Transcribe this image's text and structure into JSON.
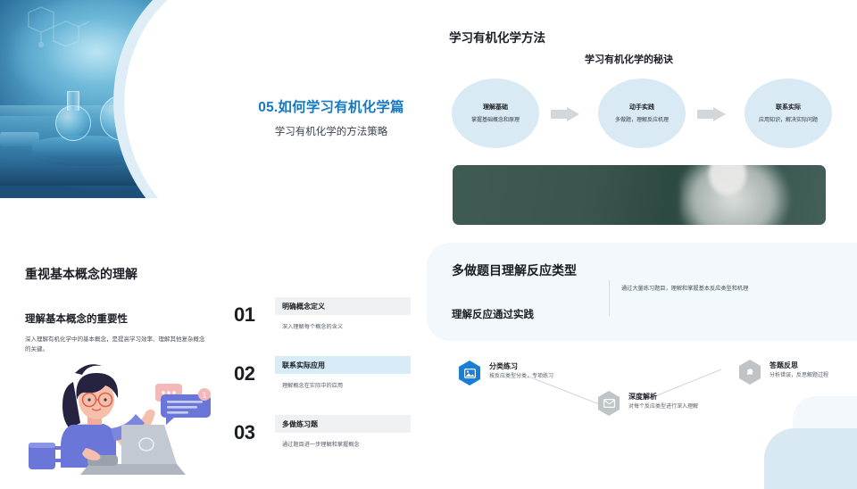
{
  "slide": {
    "section_number_title": "05.如何学习有机化学篇",
    "section_subtitle": "学习有机化学的方法策略"
  },
  "method_section": {
    "title": "学习有机化学方法",
    "subtitle": "学习有机化学的秘诀",
    "flow": [
      {
        "title": "理解基础",
        "desc": "掌握基础概念和原理"
      },
      {
        "title": "动手实践",
        "desc": "多做题，理解反应机理"
      },
      {
        "title": "联系实际",
        "desc": "应用知识，解决实际问题"
      }
    ],
    "arrow_icon": "arrow-right-icon"
  },
  "concepts_section": {
    "title": "重视基本概念的理解",
    "subtitle": "理解基本概念的重要性",
    "body": "深入理解有机化学中的基本概念，是提高学习效率、理解其他复杂概念的关键。",
    "items": [
      {
        "number": "01",
        "title": "明确概念定义",
        "desc": "深入理解每个概念的含义",
        "highlight": false
      },
      {
        "number": "02",
        "title": "联系实际应用",
        "desc": "理解概念在实际中的应用",
        "highlight": true
      },
      {
        "number": "03",
        "title": "多做练习题",
        "desc": "通过题目进一步理解和掌握概念",
        "highlight": false
      }
    ],
    "illustration": "woman-at-laptop-illustration"
  },
  "practice_section": {
    "title": "多做题目理解反应类型",
    "subtitle": "理解反应通过实践",
    "body": "通过大量练习题目，理解和掌握基本反应类型和机理",
    "nodes": [
      {
        "title": "分类练习",
        "desc": "按反应类型分类，专项练习",
        "icon": "image-hexagon-icon",
        "color": "#1a7fd4"
      },
      {
        "title": "深度解析",
        "desc": "对每个反应类型进行深入理解",
        "icon": "envelope-hexagon-icon",
        "color": "#bfc4c9"
      },
      {
        "title": "答题反思",
        "desc": "分析错误，反思解题过程",
        "icon": "puzzle-hexagon-icon",
        "color": "#bfc4c9"
      }
    ]
  },
  "decor": {
    "hero_image": "chemistry-flasks-on-podium-photo",
    "band_image": "scientist-in-lab-coat-photo",
    "accent_color": "#1579c4",
    "panel_color": "#f2f8fc",
    "flow_node_color": "#d9eaf4"
  }
}
